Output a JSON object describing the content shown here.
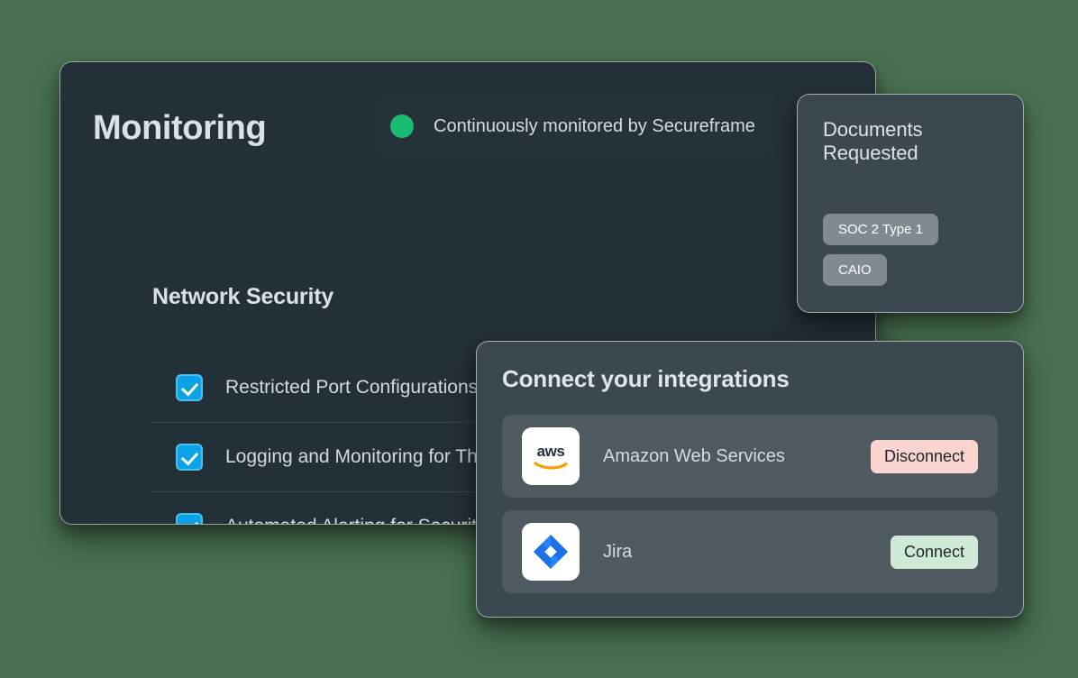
{
  "theme": {
    "page_background": "#4a7252",
    "card_background": "#243038",
    "panel_background": "#3b4850",
    "row_background": "#4e5a60",
    "status_dot_color": "#18bd71",
    "checkbox_color": "#0aa3e8",
    "tag_color": "#808a90",
    "disconnect_color": "#fad4cf",
    "connect_color": "#ceead6"
  },
  "monitoring": {
    "title": "Monitoring",
    "status": {
      "dot_icon": "status-dot-icon",
      "text": "Continuously monitored by Secureframe"
    },
    "section_title": "Network Security",
    "checks": [
      {
        "label": "Restricted Port Configurations",
        "checked": true,
        "checkbox_icon": "checkmark-icon"
      },
      {
        "label": "Logging and Monitoring for Threats",
        "checked": true,
        "checkbox_icon": "checkmark-icon"
      },
      {
        "label": "Automated Alerting for Security Events",
        "checked": true,
        "checkbox_icon": "checkmark-icon"
      }
    ]
  },
  "documents": {
    "title": "Documents Requested",
    "tags": [
      {
        "label": "SOC 2 Type 1"
      },
      {
        "label": "CAIO"
      }
    ]
  },
  "integrations": {
    "title": "Connect your integrations",
    "rows": [
      {
        "name": "Amazon Web Services",
        "logo_icon": "aws-logo-icon",
        "action_label": "Disconnect",
        "action_state": "connected"
      },
      {
        "name": "Jira",
        "logo_icon": "jira-logo-icon",
        "action_label": "Connect",
        "action_state": "disconnected"
      }
    ]
  }
}
